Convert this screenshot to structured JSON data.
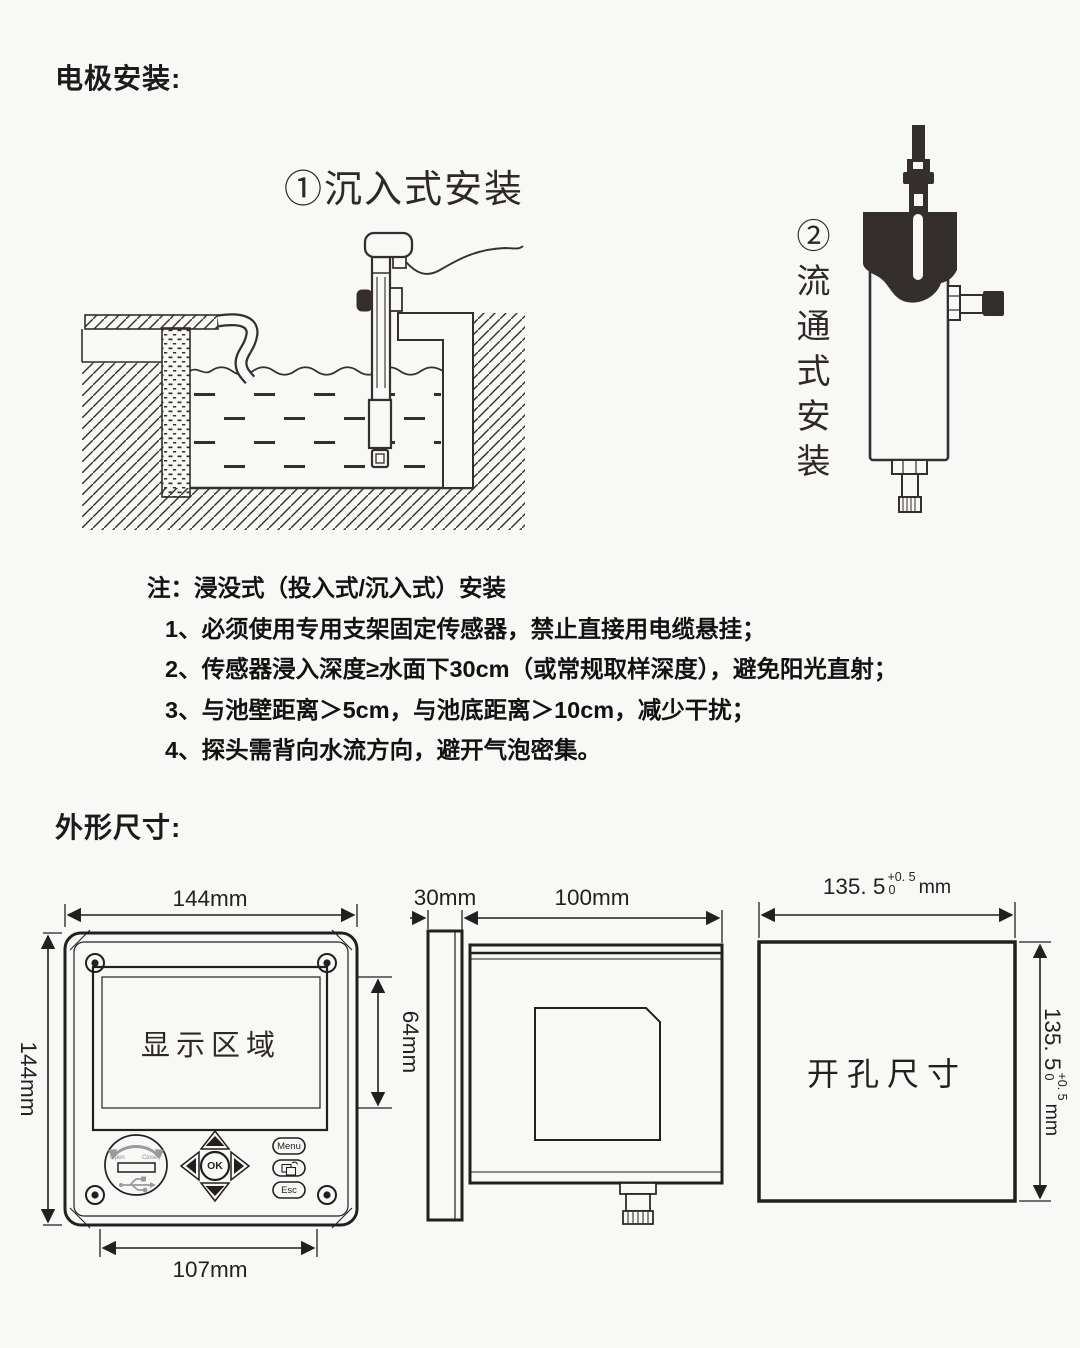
{
  "page": {
    "background": "#f8f8f7",
    "ink": "#342e2e"
  },
  "sections": {
    "electrode_heading": "电极安装:",
    "dimensions_heading": "外形尺寸:"
  },
  "immersion_diagram": {
    "title": "①沉入式安装"
  },
  "flow_diagram": {
    "vertical_label": "②流通式安装"
  },
  "notes": {
    "intro": "注：浸没式（投入式/沉入式）安装",
    "items": [
      "1、必须使用专用支架固定传感器，禁止直接用电缆悬挂；",
      "2、传感器浸入深度≥水面下30cm（或常规取样深度），避免阳光直射；",
      "3、与池壁距离＞5cm，与池底距离＞10cm，减少干扰；",
      "4、探头需背向水流方向，避开气泡密集。"
    ]
  },
  "front_view": {
    "top_width": "144mm",
    "left_height": "144mm",
    "display_area_label": "显示区域",
    "display_height": "64mm",
    "keypad_width": "107mm",
    "usb": {
      "open": "Open",
      "close": "Close"
    },
    "keys": {
      "menu": "Menu",
      "ok": "OK",
      "esc": "Esc"
    }
  },
  "side_view": {
    "bezel_depth": "30mm",
    "body_depth": "100mm"
  },
  "cutout_view": {
    "label": "开孔尺寸",
    "width": {
      "value": "135. 5",
      "tol_plus": "+0. 5",
      "tol_minus": "0",
      "unit": "mm"
    },
    "height": {
      "value": "135. 5",
      "tol_plus": "+0. 5",
      "tol_minus": "0",
      "unit": "mm"
    }
  }
}
